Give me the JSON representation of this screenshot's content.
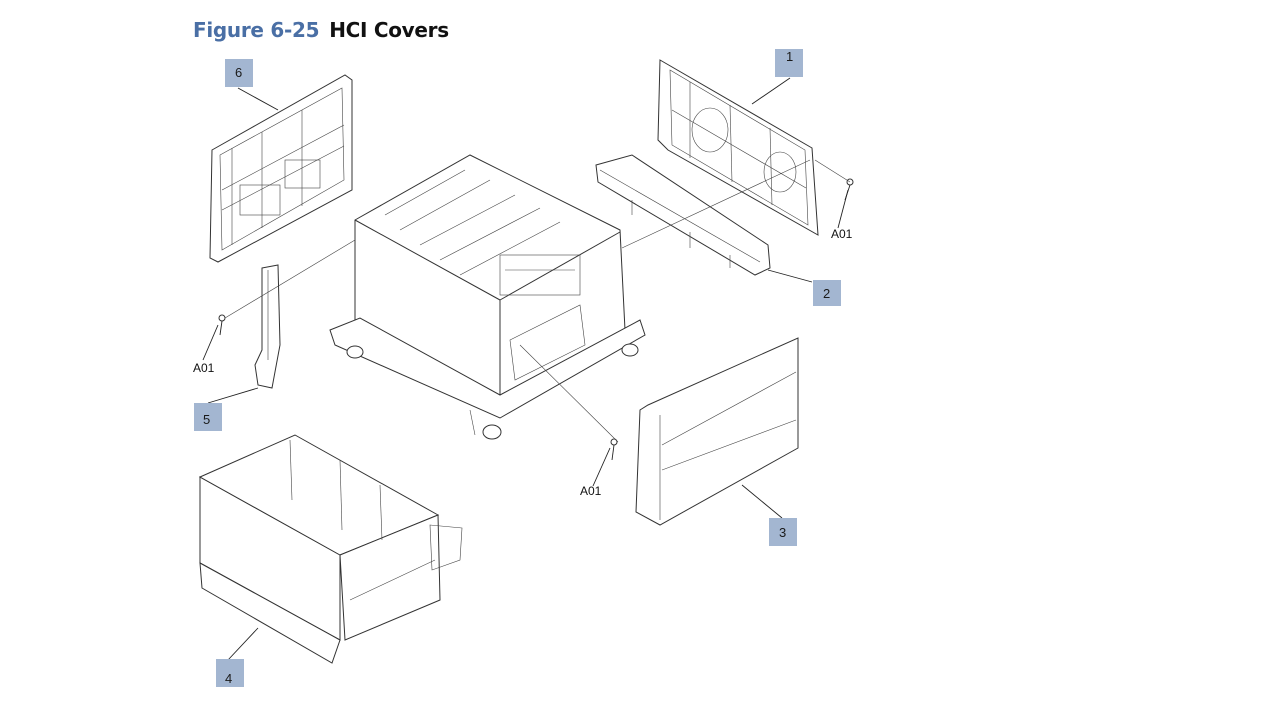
{
  "figure": {
    "number": "Figure 6-25",
    "title": "HCI Covers"
  },
  "callouts": [
    {
      "id": "1",
      "label": "1"
    },
    {
      "id": "2",
      "label": "2"
    },
    {
      "id": "3",
      "label": "3"
    },
    {
      "id": "4",
      "label": "4"
    },
    {
      "id": "5",
      "label": "5"
    },
    {
      "id": "6",
      "label": "6"
    }
  ],
  "screw_refs": [
    {
      "label": "A01"
    },
    {
      "label": "A01"
    },
    {
      "label": "A01"
    }
  ],
  "colors": {
    "figure_number": "#4a6fa5",
    "callout_fill": "#a3b6d1"
  }
}
